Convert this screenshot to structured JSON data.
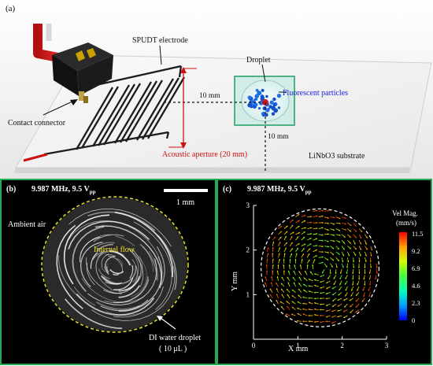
{
  "panel_a": {
    "tag": "(a)",
    "spudt_label": "SPUDT electrode",
    "droplet_label": "Droplet",
    "particles_label": "Fluorescent particles",
    "connector_label": "Contact connector",
    "aperture_label": "Acoustic aperture (20 mm)",
    "dist_label_1": "10 mm",
    "dist_label_2": "10 mm",
    "substrate_label": "LiNbO3 substrate"
  },
  "panel_b": {
    "tag": "(b)",
    "freq": "9.987 MHz, 9.5 V",
    "freq_sub": "pp",
    "scale_label": "1 mm",
    "ambient_label": "Ambient air",
    "flow_label": "Internal flow",
    "droplet_line1": "DI water droplet",
    "droplet_line2": "( 10 μL )"
  },
  "panel_c": {
    "tag": "(c)",
    "freq": "9.987 MHz, 9.5 V",
    "freq_sub": "pp",
    "xlabel": "X mm",
    "ylabel": "Y mm",
    "colorbar_title_1": "Vel Mag.",
    "colorbar_title_2": "(mm/s)"
  },
  "chart_data": {
    "type": "scatter",
    "xlabel": "X mm",
    "ylabel": "Y mm",
    "xlim": [
      0,
      3
    ],
    "ylim": [
      0,
      3
    ],
    "x_ticks": [
      "0",
      "1",
      "2",
      "3"
    ],
    "y_ticks": [
      "1",
      "2",
      "3"
    ],
    "colorbar_ticks": [
      "11.5",
      "9.2",
      "6.9",
      "4.6",
      "2.3",
      "0"
    ],
    "colorbar_range": [
      0,
      11.5
    ],
    "colormap": [
      "#0000ff",
      "#00a0ff",
      "#00ff80",
      "#a0ff00",
      "#ffd000",
      "#ff4000",
      "#ff0000"
    ],
    "droplet_center": [
      1.5,
      1.6
    ],
    "droplet_radius": 1.33
  }
}
